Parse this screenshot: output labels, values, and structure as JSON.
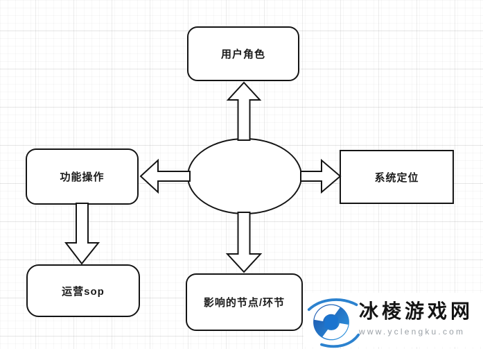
{
  "diagram": {
    "nodes": {
      "user_role": {
        "label": "用户角色"
      },
      "function_operation": {
        "label": "功能操作"
      },
      "system_positioning": {
        "label": "系统定位"
      },
      "operation_sop": {
        "label": "运营sop"
      },
      "affected_nodes": {
        "label": "影响的节点/环节"
      }
    },
    "stroke_color": "#141414",
    "node_fill": "#ffffff"
  },
  "watermark": {
    "site_name": "冰棱游戏网",
    "site_url": "www.yclengku.com",
    "logo_color_dark": "#1a4fa8",
    "logo_color_light": "#2f9be4",
    "logo_color_square": "#1b74cf"
  }
}
